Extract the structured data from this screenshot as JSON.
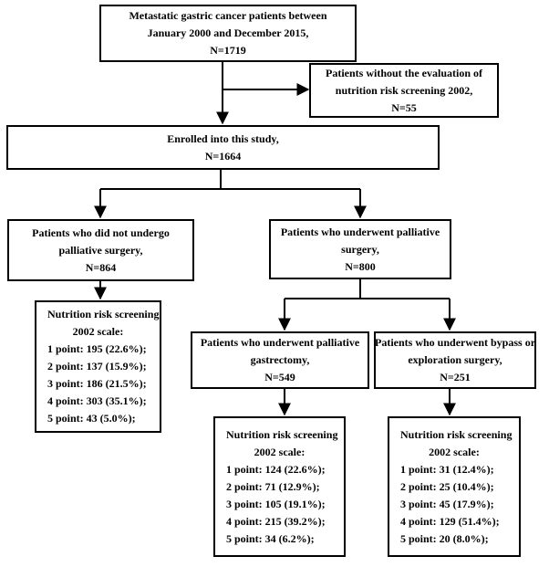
{
  "boxes": {
    "start": [
      "Metastatic gastric cancer patients between",
      "January 2000 and December 2015,",
      "N=1719"
    ],
    "excluded": [
      "Patients without the evaluation of",
      "nutrition risk screening 2002,",
      "N=55"
    ],
    "enrolled": [
      "Enrolled into this study,",
      "N=1664"
    ],
    "no_surgery": [
      "Patients who did not undergo",
      "palliative surgery,",
      "N=864"
    ],
    "surgery": [
      "Patients who underwent palliative",
      "surgery,",
      "N=800"
    ],
    "gastrectomy": [
      "Patients who underwent palliative",
      "gastrectomy,",
      "N=549"
    ],
    "bypass": [
      "Patients who underwent bypass or",
      "exploration surgery,",
      "N=251"
    ]
  },
  "scores": {
    "no_surgery": {
      "title": [
        "Nutrition risk screening",
        "2002 scale:"
      ],
      "items": [
        "1 point: 195 (22.6%);",
        "2 point: 137 (15.9%);",
        "3 point: 186 (21.5%);",
        "4 point: 303 (35.1%);",
        "5 point: 43 (5.0%);"
      ]
    },
    "gastrectomy": {
      "title": [
        "Nutrition risk screening",
        "2002 scale:"
      ],
      "items": [
        "1 point: 124 (22.6%);",
        "2 point: 71 (12.9%);",
        "3 point: 105 (19.1%);",
        "4 point: 215 (39.2%);",
        "5 point: 34 (6.2%);"
      ]
    },
    "bypass": {
      "title": [
        "Nutrition risk screening",
        "2002 scale:"
      ],
      "items": [
        "1 point: 31 (12.4%);",
        "2 point: 25 (10.4%);",
        "3 point: 45 (17.9%);",
        "4 point: 129 (51.4%);",
        "5 point: 20 (8.0%);"
      ]
    }
  }
}
